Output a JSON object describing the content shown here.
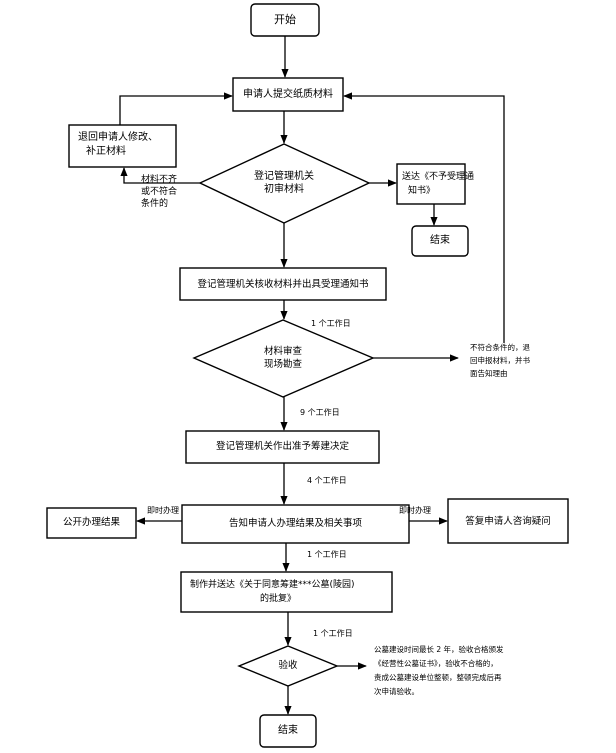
{
  "nodes": {
    "start": "开始",
    "submit": "申请人提交纸质材料",
    "return_fix": [
      "退回申请人修改、",
      "补正材料"
    ],
    "initial_review": [
      "登记管理机关",
      "初审材料"
    ],
    "reject_notice": [
      "送达《不予受理通",
      "知书》"
    ],
    "end1": "结束",
    "accept": "登记管理机关核收材料并出具受理通知书",
    "site_review": [
      "材料审查",
      "现场勘查"
    ],
    "decision": "登记管理机关作出准予筹建决定",
    "notify": "告知申请人办理结果及相关事项",
    "publish": "公开办理结果",
    "consult": "答复申请人咨询疑问",
    "issue_approval": [
      "制作并送达《关于同意筹建***公墓(陵园)",
      "的批复》"
    ],
    "acceptance": "验收",
    "end2": "结束"
  },
  "labels": {
    "incomplete": [
      "材料不齐",
      "或不符合",
      "条件的"
    ],
    "day1_a": "1 个工作日",
    "nonconform": [
      "不符合条件的，退",
      "回申报材料，并书",
      "面告知理由"
    ],
    "day9": "9 个工作日",
    "day4": "4 个工作日",
    "immediate_left": "即时办理",
    "immediate_right": "即时办理",
    "day1_b": "1 个工作日",
    "day1_c": "1 个工作日",
    "acceptance_note": [
      "公墓建设时间最长 2 年，验收合格颁发",
      "《经营性公墓证书》，验收不合格的，",
      "责成公墓建设单位整顿，整顿完成后再",
      "次申请验收。"
    ]
  }
}
